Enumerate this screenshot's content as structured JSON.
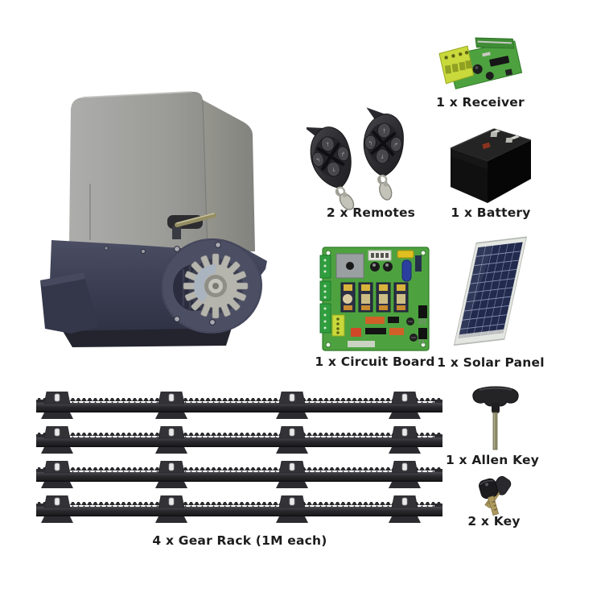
{
  "page": {
    "type": "product-kit-collage",
    "background": "#ffffff"
  },
  "kit": {
    "items": {
      "motor": {
        "qty": 1,
        "name": "Sliding Gate Motor",
        "label": ""
      },
      "receiver": {
        "qty": 1,
        "name": "Receiver",
        "label": "1 x Receiver"
      },
      "remotes": {
        "qty": 2,
        "name": "Remotes",
        "label": "2 x Remotes"
      },
      "battery": {
        "qty": 1,
        "name": "Battery",
        "label": "1 x Battery"
      },
      "circuit_board": {
        "qty": 1,
        "name": "Circuit Board",
        "label": "1 x Circuit Board"
      },
      "solar_panel": {
        "qty": 1,
        "name": "Solar Panel",
        "label": "1 x Solar Panel"
      },
      "allen_key": {
        "qty": 1,
        "name": "Allen Key",
        "label": "1 x Allen Key"
      },
      "keys": {
        "qty": 2,
        "name": "Key",
        "label": "2 x Key"
      },
      "gear_rack": {
        "qty": 4,
        "name": "Gear Rack",
        "label": "4 x Gear Rack (1M each)"
      }
    },
    "colors": {
      "label_text": "#1d1d1d",
      "motor_cover": "#9f9f9b",
      "motor_base": "#3f4257",
      "gear_silver": "#b5b5ae",
      "pcb_green": "#4da23f",
      "terminal_lime": "#c9d93c",
      "battery_black": "#101010",
      "solar_cell_blue": "#222b4e",
      "rack_black": "#2a2a2e",
      "brass": "#ad9a5e"
    }
  }
}
